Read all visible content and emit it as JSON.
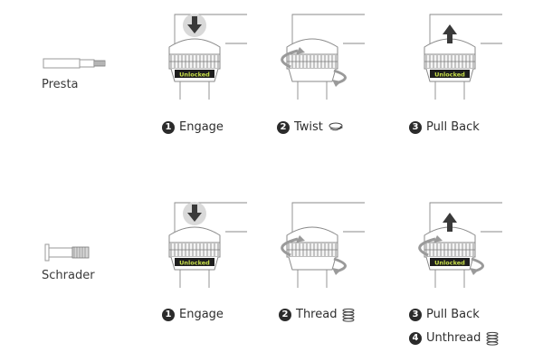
{
  "valves": {
    "presta": "Presta",
    "schrader": "Schrader"
  },
  "badge": "Unlocked",
  "presta_steps": [
    {
      "num": "1",
      "label": "Engage",
      "glyph": "none"
    },
    {
      "num": "2",
      "label": "Twist",
      "glyph": "twist-icon"
    },
    {
      "num": "3",
      "label": "Pull Back",
      "glyph": "none"
    }
  ],
  "schrader_steps": [
    {
      "num": "1",
      "label": "Engage",
      "glyph": "none"
    },
    {
      "num": "2",
      "label": "Thread",
      "glyph": "thread-coil-icon"
    },
    {
      "num": "3",
      "label": "Pull Back",
      "glyph": "none"
    },
    {
      "num": "4",
      "label": "Unthread",
      "glyph": "thread-coil-icon"
    }
  ],
  "colors": {
    "line": "#8a8a8a",
    "badge_bg": "#1e1e1e",
    "badge_text": "#c9e04a",
    "arrow_fill": "#3a3a3a",
    "rotation_arrow": "#9a9a9a",
    "num_circle": "#2b2b2b"
  }
}
